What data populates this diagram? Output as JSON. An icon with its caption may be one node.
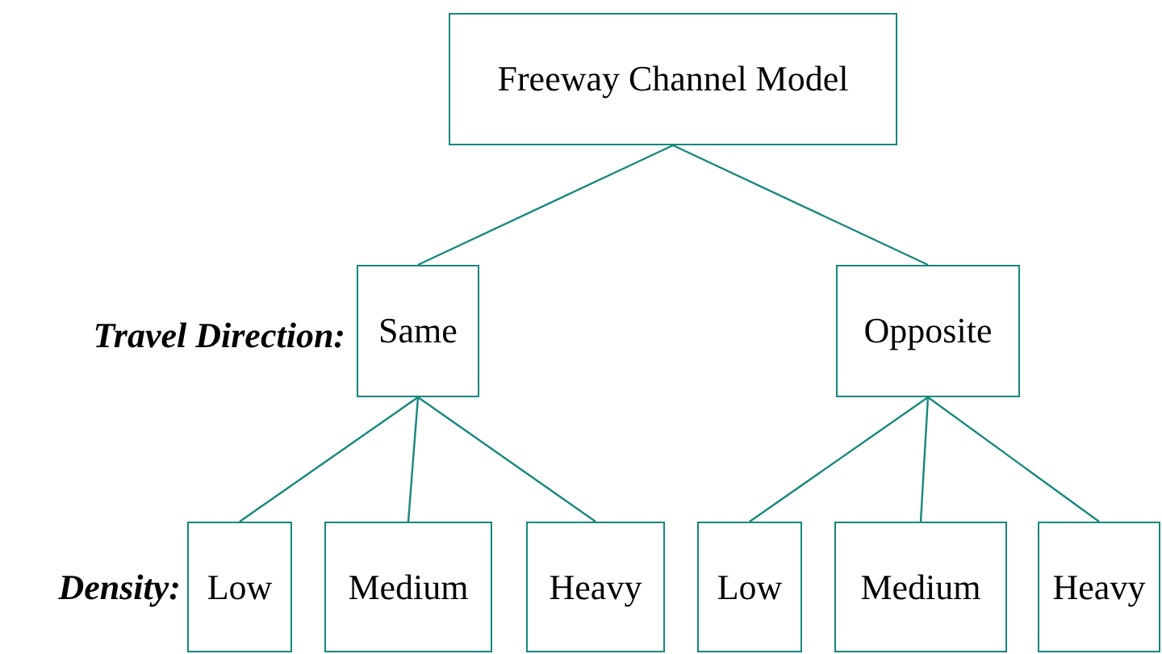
{
  "diagram": {
    "nodes": [
      {
        "text": [
          "Freeway Channel Model"
        ]
      },
      {
        "text": [
          "Same"
        ]
      },
      {
        "text": [
          "Opposite"
        ]
      },
      {
        "text": [
          "Low"
        ]
      },
      {
        "text": [
          "Medium"
        ]
      },
      {
        "text": [
          "Heavy"
        ]
      },
      {
        "text": [
          "Low"
        ]
      },
      {
        "text": [
          "Medium"
        ]
      },
      {
        "text": [
          "Heavy"
        ]
      }
    ],
    "edges": [
      {
        "from": 0,
        "to": 1,
        "arrow": "none"
      },
      {
        "from": 0,
        "to": 2,
        "arrow": "none"
      },
      {
        "from": 1,
        "to": 3,
        "arrow": "none"
      },
      {
        "from": 1,
        "to": 4,
        "arrow": "none"
      },
      {
        "from": 1,
        "to": 5,
        "arrow": "none"
      },
      {
        "from": 2,
        "to": 6,
        "arrow": "none"
      },
      {
        "from": 2,
        "to": 7,
        "arrow": "none"
      },
      {
        "from": 2,
        "to": 8,
        "arrow": "none"
      }
    ],
    "labels": [
      "Travel Direction:",
      "Density:"
    ]
  }
}
